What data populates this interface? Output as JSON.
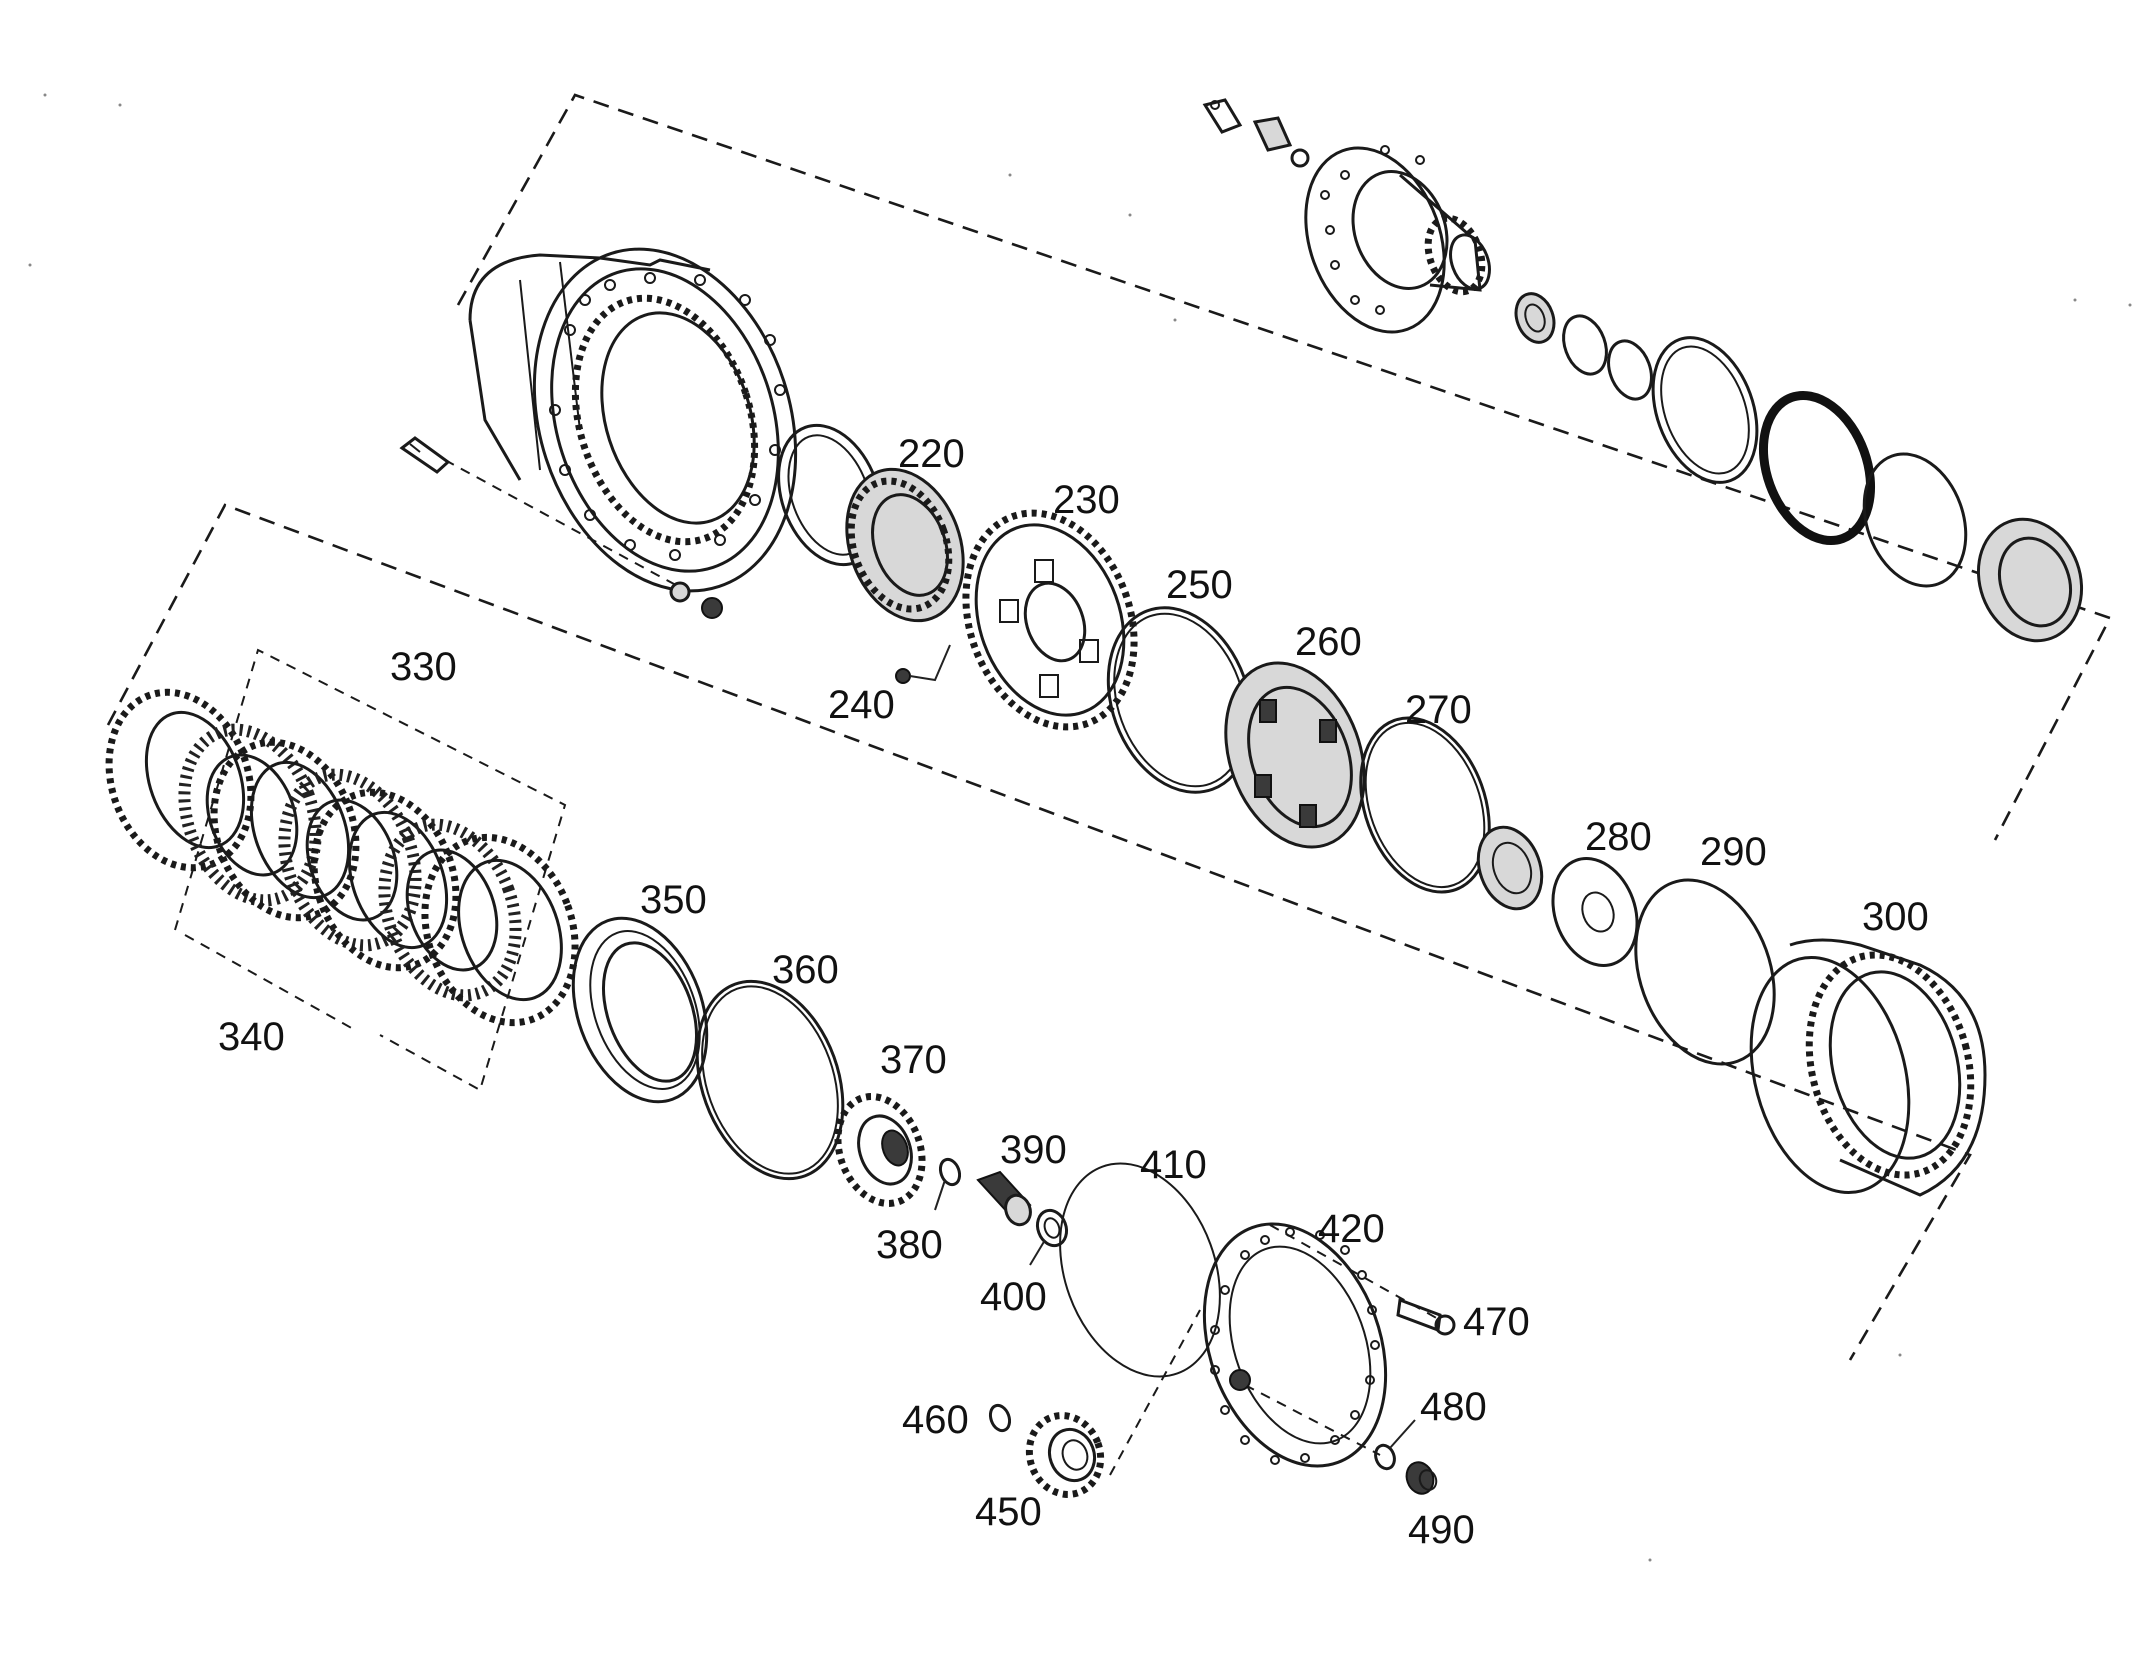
{
  "labels": {
    "p220": "220",
    "p230": "230",
    "p240": "240",
    "p250": "250",
    "p260": "260",
    "p270": "270",
    "p280": "280",
    "p290": "290",
    "p300": "300",
    "p330": "330",
    "p340": "340",
    "p350": "350",
    "p360": "360",
    "p370": "370",
    "p380": "380",
    "p390": "390",
    "p400": "400",
    "p410": "410",
    "p420": "420",
    "p450": "450",
    "p460": "460",
    "p470": "470",
    "p480": "480",
    "p490": "490"
  }
}
